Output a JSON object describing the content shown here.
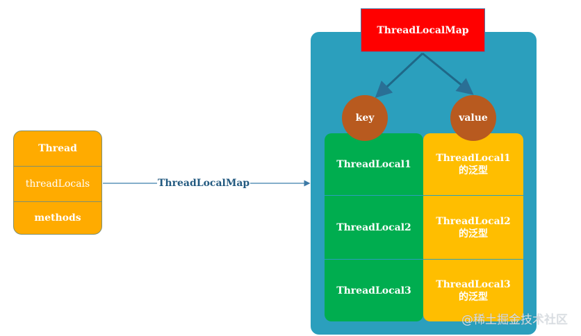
{
  "thread": {
    "title": "Thread",
    "field": "threadLocals",
    "methods": "methods"
  },
  "connector_label": "ThreadLocalMap",
  "map": {
    "title": "ThreadLocalMap",
    "key_label": "key",
    "value_label": "value",
    "keys": [
      "ThreadLocal1",
      "ThreadLocal2",
      "ThreadLocal3"
    ],
    "values": [
      {
        "line1": "ThreadLocal1",
        "line2": "的泛型"
      },
      {
        "line1": "ThreadLocal2",
        "line2": "的泛型"
      },
      {
        "line1": "ThreadLocal3",
        "line2": "的泛型"
      }
    ]
  },
  "watermark": "@稀土掘金技术社区",
  "colors": {
    "thread": "#ffab00",
    "container": "#2b9fbd",
    "map_header": "#ff0000",
    "circle": "#b85a1f",
    "key_column": "#00ad4f",
    "value_column": "#ffbe00",
    "arrow": "#2a6f95"
  }
}
